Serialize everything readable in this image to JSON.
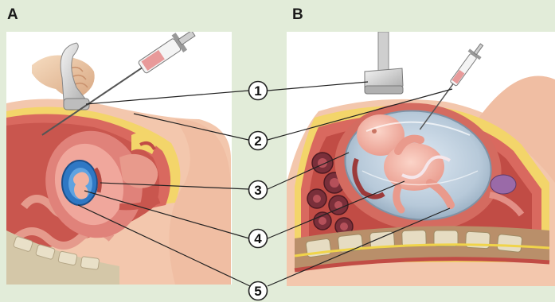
{
  "panels": [
    {
      "letter": "A"
    },
    {
      "letter": "B"
    }
  ],
  "callouts": [
    "1",
    "2",
    "3",
    "4",
    "5"
  ],
  "colors": {
    "background": "#e2ecd9",
    "uterus_wall": "#e0827a",
    "amniotic_fluid": "#2f78c4",
    "fetus": "#f2b3a0",
    "skin": "#f3c7ad",
    "fat_layer": "#f3d56a",
    "spine": "#d4c7a8",
    "probe": "#d9d9d9",
    "syringe_fluid": "#e89a9a"
  }
}
